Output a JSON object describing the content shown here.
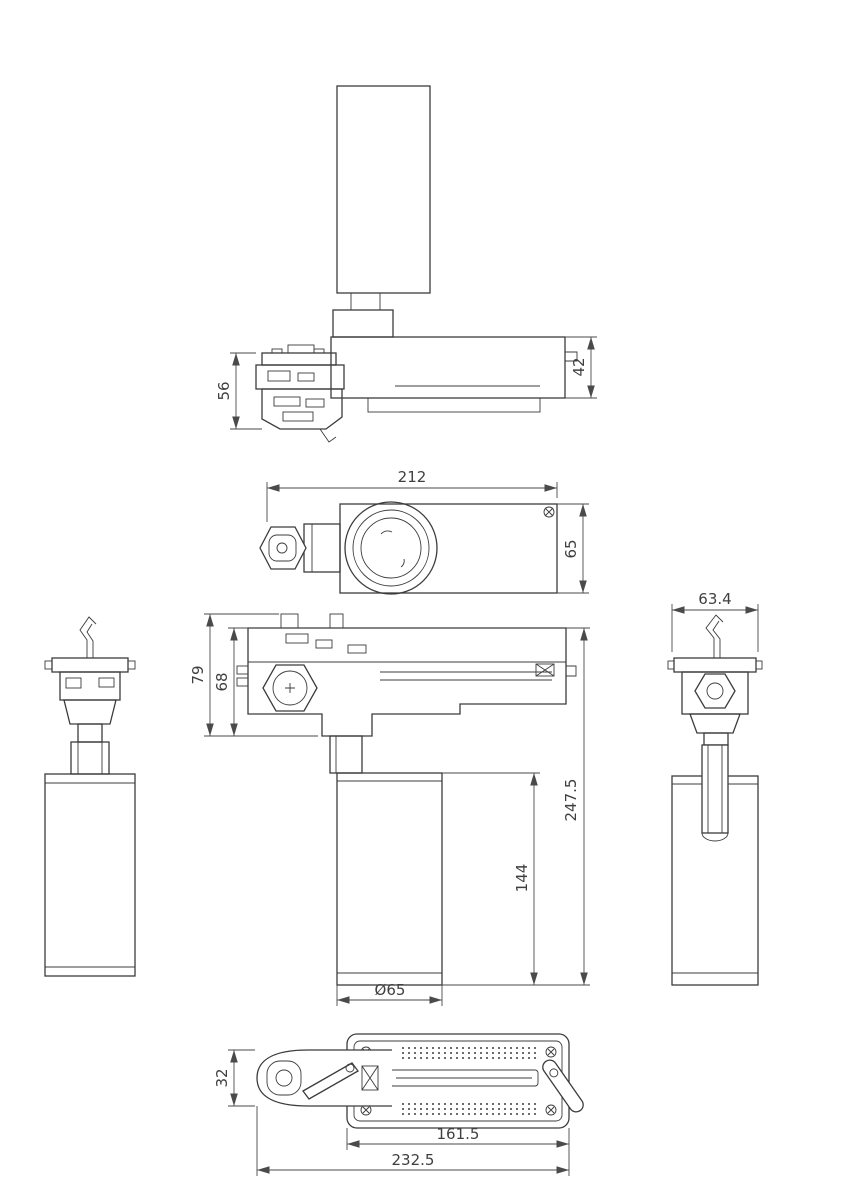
{
  "drawing": {
    "background": "#ffffff",
    "line_color": "#3c3c3c",
    "dimension_color": "#4a4a4a",
    "views": {
      "inverted_side": {
        "dims": {
          "adapter_height": "56",
          "housing_height": "42"
        }
      },
      "plan": {
        "dims": {
          "overall_length": "212",
          "housing_width": "65"
        }
      },
      "side": {
        "dims": {
          "adapter_height_total": "79",
          "adapter_body_height": "68",
          "overall_height": "247.5",
          "lamp_height": "144",
          "lamp_diameter": "Ø65"
        }
      },
      "end": {
        "dims": {
          "adapter_width": "63.4"
        }
      },
      "bottom": {
        "dims": {
          "adapter_width": "32",
          "baseplate_length": "161.5",
          "overall_length": "232.5"
        }
      }
    }
  }
}
